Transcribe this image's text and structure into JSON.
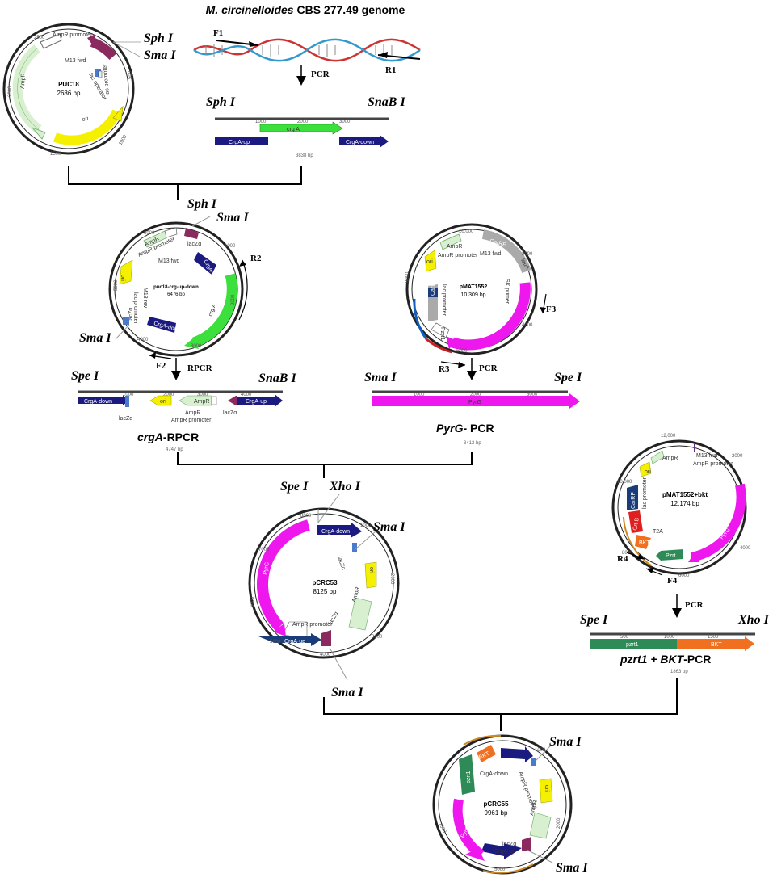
{
  "title": {
    "italic": "M. circinelloides",
    "rest": " CBS 277.49 genome"
  },
  "colors": {
    "lacz": "#8b2a5e",
    "ampr": "#d8f0d0",
    "ori": "#f5f000",
    "crga": "#1a1a80",
    "crg": "#3ce03c",
    "pyrg": "#ee18ee",
    "pzrt": "#2e8b57",
    "bkt": "#f07020",
    "carb": "#1a3d7a",
    "crtb": "#dd2020",
    "grey": "#aaaaaa"
  },
  "puc18": {
    "name": "PUC18",
    "size": "2686 bp",
    "ampr_promoter": "AmpR promoter",
    "ampr": "AmpR",
    "ori": "ori",
    "lacz": "lacZα",
    "m13": "M13 fwd",
    "lac_op": "lac operator",
    "lac_pro": "lac promoter",
    "sph": "Sph I",
    "sma": "Sma I",
    "t1": "2500",
    "t2": "2000",
    "t3": "1500",
    "t4": "1000",
    "t5": "500"
  },
  "genome_pcr": {
    "f1": "F1",
    "r1": "R1",
    "pcr": "PCR"
  },
  "crga_frag": {
    "left": "Sph I",
    "right": "SnaB I",
    "crg": "crg A",
    "up": "CrgA-up",
    "down": "CrgA-down",
    "size": "3838 bp",
    "t1": "1000",
    "t2": "2000",
    "t3": "3000"
  },
  "puc18crg": {
    "sph": "Sph I",
    "sma_top": "Sma I",
    "sma_left": "Sma I",
    "name": "puc18-crg-up-down",
    "size": "6476 bp",
    "r2": "R2",
    "f2": "F2",
    "rpcr": "RPCR",
    "ampr": "AmpR",
    "ampr_promoter": "AmpR promoter",
    "lacz1": "lacZα",
    "lacz2": "lacZα",
    "m13f": "M13 fwd",
    "m13r": "M13 rev",
    "lac_pro": "lac promoter",
    "ori": "ori",
    "crga_up": "CrgA-up",
    "crga_down": "CrgA-down",
    "crg": "crg A",
    "t1": "1000",
    "t2": "2000",
    "t3": "3000",
    "t4": "4000",
    "t5": "5000",
    "t6": "6000"
  },
  "pmat1552": {
    "name": "pMAT1552",
    "size": "10,309 bp",
    "f3": "F3",
    "r3": "R3",
    "pcr": "PCR",
    "ampr": "AmpR",
    "ampr_promoter": "AmpR promoter",
    "m13": "M13 fwd",
    "ori": "ori",
    "carrp": "CarRP",
    "leu": "leuA",
    "sk": "SK primer",
    "lac_pro": "lac promoter",
    "carb": "CarB",
    "pzrt1": "Pzrt1",
    "pyrg": "PyrG",
    "t1": "10,000",
    "t2": "2000",
    "t3": "4000",
    "t4": "6000",
    "t5": "8000"
  },
  "crga_rpcr": {
    "left": "Spe I",
    "right": "SnaB I",
    "down": "CrgA-down",
    "ori": "ori",
    "ampr": "AmpR",
    "up": "CrgA-up",
    "lacz1": "lacZα",
    "ampr_promoter": "AmpR promoter",
    "lacz2": "lacZα",
    "prod_italic": "crgA",
    "prod_rest": "-RPCR",
    "size": "4747 bp",
    "t1": "1000",
    "t2": "2000",
    "t3": "3000",
    "t4": "4000"
  },
  "pyrg_pcr": {
    "left": "Sma I",
    "right": "Spe I",
    "pyrg": "PyrG",
    "prod_italic": "PyrG-",
    "prod_rest": " PCR",
    "size": "3412 bp",
    "t1": "1000",
    "t2": "2000",
    "t3": "3000"
  },
  "pcrc53": {
    "name": "pCRC53",
    "size": "8125 bp",
    "spe": "Spe I",
    "xho": "Xho I",
    "sma1": "Sma I",
    "sma2": "Sma I",
    "down": "CrgA-down",
    "up": "CrgA-up",
    "lacz1": "lacZα",
    "lacz2": "lacZα",
    "ori": "ori",
    "ampr": "AmpR",
    "ampr_promoter": "AmpR promoter",
    "pyrg": "PyrG",
    "t1": "8000",
    "t2": "1000",
    "t3": "2000",
    "t4": "3000",
    "t5": "4000",
    "t6": "5000",
    "t7": "6000",
    "t8": "7000"
  },
  "pmat_bkt": {
    "name": "pMAT1552+bkt",
    "size": "12,174 bp",
    "r4": "R4",
    "f4": "F4",
    "pcr": "PCR",
    "m13": "M13 fwd",
    "ampr_promoter": "AmpR promoter",
    "ampr": "AmpR",
    "ori": "ori",
    "lac_pro": "lac promoter",
    "carrp": "CarRP",
    "crtb": "Crt B",
    "t2a": "T2A",
    "bkt": "BKT",
    "pzrt": "Pzrt",
    "pyrg": "PyrG",
    "t1": "12,000",
    "t2": "2000",
    "t3": "4000",
    "t4": "6000",
    "t5": "8000",
    "t6": "10,000"
  },
  "bkt_pcr": {
    "left": "Spe I",
    "right": "Xho I",
    "pzrt": "pzrt1",
    "bkt": "BKT",
    "prod_p1": "pzrt1 +",
    "prod_p2": "BKT",
    "prod_rest": "-PCR",
    "size": "1863 bp",
    "t1": "500",
    "t2": "1000",
    "t3": "1500"
  },
  "pcrc55": {
    "name": "pCRC55",
    "size": "9961 bp",
    "sma1": "Sma I",
    "sma2": "Sma I",
    "bkt": "BKT",
    "pzrt": "pzrt1",
    "down": "CrgA-down",
    "up": "CrgA-up",
    "ampr_promoter": "AmpR promoter",
    "ori": "ori",
    "ampr": "AmpR",
    "lacz": "lacZα",
    "pyrg": "PyrG",
    "t1": "1000",
    "t2": "2000",
    "t3": "5000",
    "t4": "7500"
  },
  "sma_bottom": "Sma I"
}
